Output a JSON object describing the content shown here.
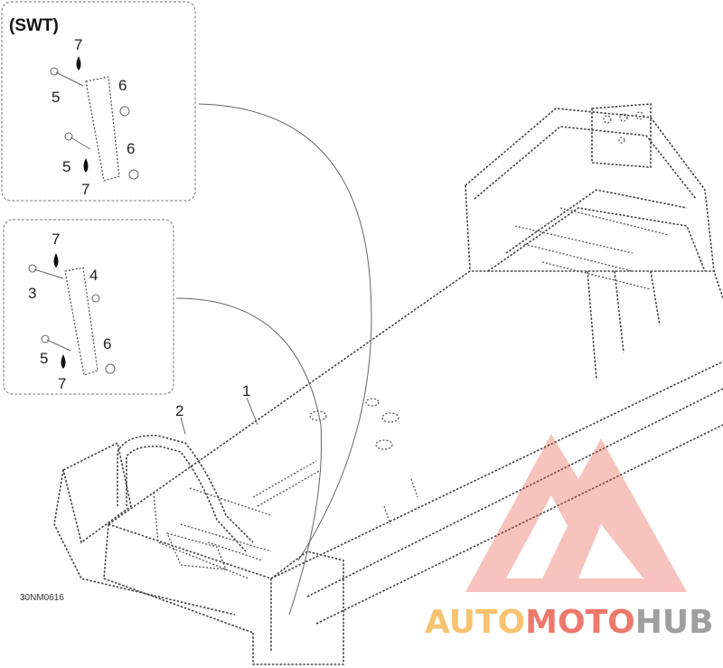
{
  "inset_top": {
    "title": "(SWT)",
    "callouts": [
      "7",
      "5",
      "6",
      "5",
      "6",
      "7"
    ]
  },
  "inset_bottom": {
    "callouts": [
      "7",
      "3",
      "4",
      "5",
      "6",
      "7"
    ]
  },
  "main_callouts": [
    "1",
    "2"
  ],
  "figure_code": "30NM0616",
  "watermark": {
    "part1": "AUTO",
    "part2": "MOTO",
    "part3": "HUB",
    "color_orange": "#f5b041",
    "color_red": "#e74c3c",
    "color_grey": "#7f7f7f"
  }
}
